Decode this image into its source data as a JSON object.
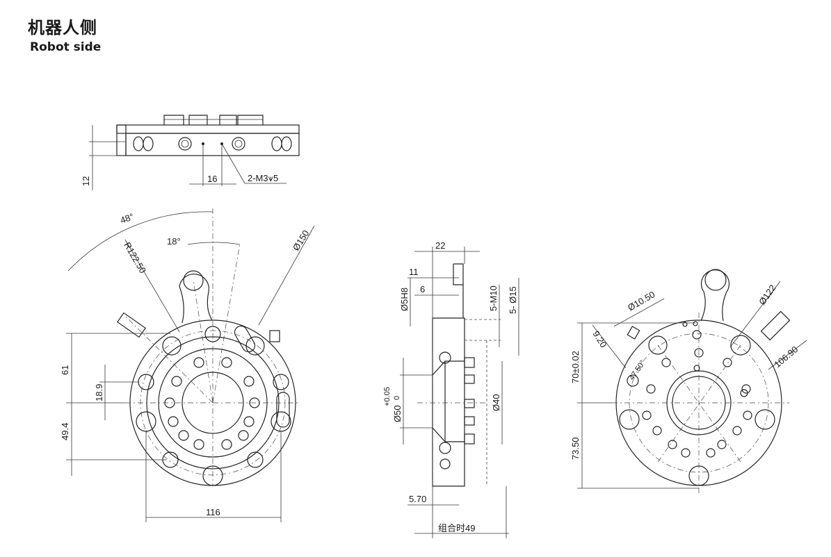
{
  "header": {
    "title_zh": "机器人侧",
    "title_en": "Robot side"
  },
  "top_view": {
    "dim_12": "12",
    "dim_16": "16",
    "dim_thread": "2-M3⩛5"
  },
  "front_view": {
    "angle_48": "48°",
    "angle_18": "18°",
    "radius": "R122.50",
    "dia_150": "Ø150",
    "dim_61": "61",
    "dim_18_9": "18.9",
    "dim_49_4": "49.4",
    "dim_116": "116"
  },
  "section_view": {
    "dim_22": "22",
    "dim_11": "11",
    "dim_6": "6",
    "dia_5h8": "Ø5H8",
    "thread_m10": "5-M10",
    "dia_15": "5- Ø15",
    "dia_50": "Ø50",
    "tol_upper": "+0.05",
    "tol_lower": "0",
    "dia_40": "Ø40",
    "dim_5_70": "5.70",
    "combined": "组合时49"
  },
  "back_view": {
    "dia_10_50": "Ø10.50",
    "dim_9_20": "9.20",
    "angle_47_5": "47.50°",
    "dia_122": "Ø122",
    "dim_106_9": "106.90",
    "dim_70": "70±0.02",
    "dim_73_5": "73.50"
  }
}
